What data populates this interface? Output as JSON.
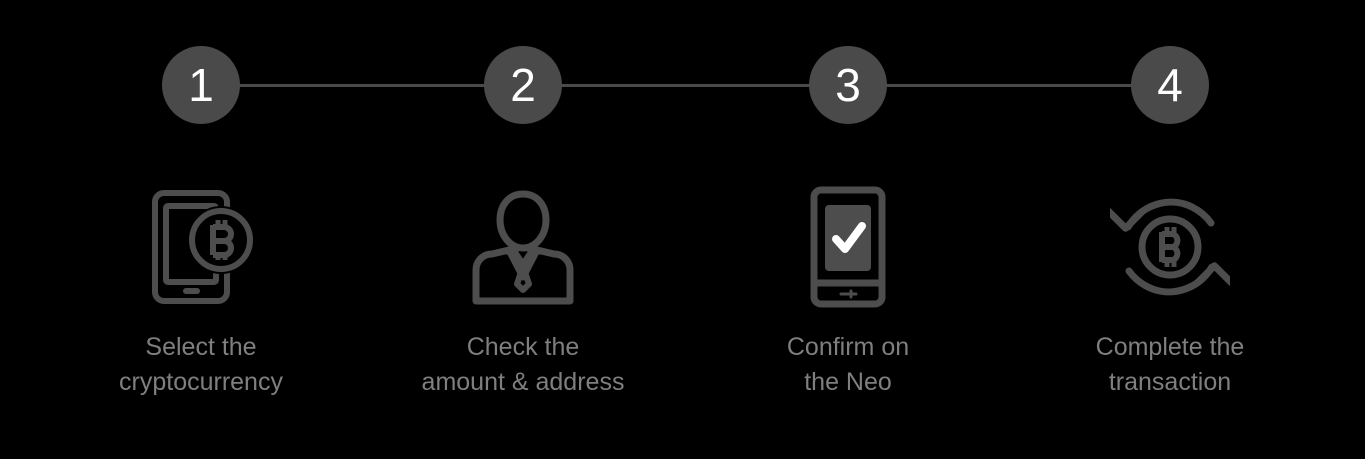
{
  "theme": {
    "background": "#000000",
    "bubble_fill": "#4a4a4a",
    "bubble_text": "#ffffff",
    "line_color": "#4a4a4a",
    "icon_color": "#4d4d4d",
    "caption_color": "#7f7f7f"
  },
  "steps": [
    {
      "number": "1",
      "caption": "Select the\ncryptocurrency",
      "icon": "phone-bitcoin-icon"
    },
    {
      "number": "2",
      "caption": "Check the\namount & address",
      "icon": "person-suit-icon"
    },
    {
      "number": "3",
      "caption": "Confirm on\nthe Neo",
      "icon": "device-checkmark-icon"
    },
    {
      "number": "4",
      "caption": "Complete the\ntransaction",
      "icon": "bitcoin-exchange-arrows-icon"
    }
  ]
}
